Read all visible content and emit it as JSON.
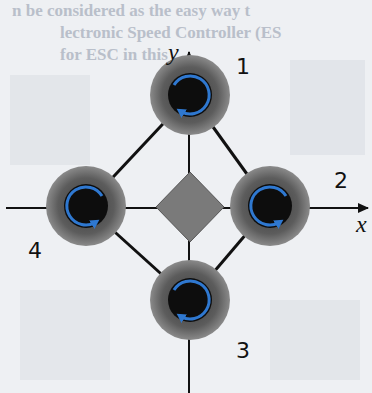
{
  "diagram": {
    "labels": [
      "n be considered as the easy way t",
      "lectronic  Speed  Controller  (ES",
      "for ESC in this",
      "y",
      "1",
      "2",
      "x",
      "4",
      "3"
    ]
  }
}
